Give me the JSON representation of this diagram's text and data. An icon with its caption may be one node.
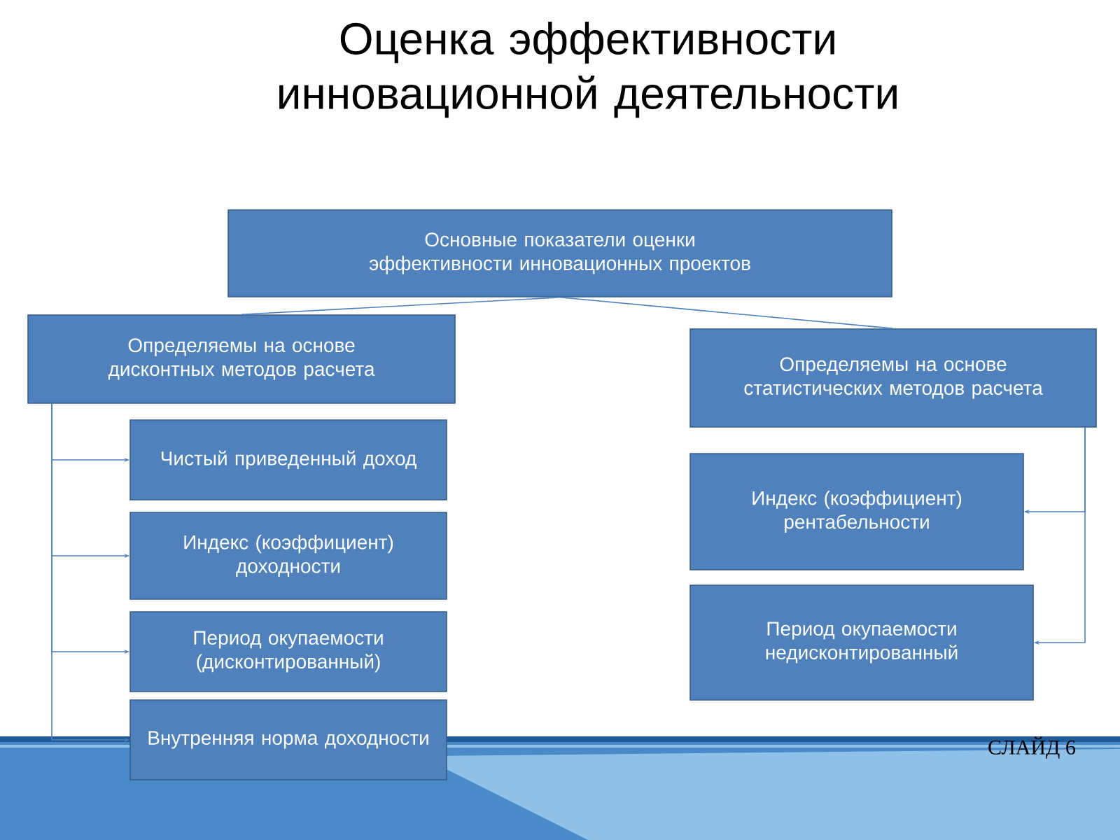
{
  "diagram": {
    "title": "Оценка эффективности инновационной деятельности",
    "nodes": [
      {
        "text": [
          "Основные показатели оценки эффективности инновационных проектов"
        ]
      },
      {
        "text": [
          "Определяемы на основе дисконтных методов расчета"
        ]
      },
      {
        "text": [
          "Определяемы на основе статистических методов расчета"
        ]
      },
      {
        "text": [
          "Чистый приведенный доход"
        ]
      },
      {
        "text": [
          "Индекс (коэффициент) доходности"
        ]
      },
      {
        "text": [
          "Период окупаемости (дисконтированный)"
        ]
      },
      {
        "text": [
          "Внутренняя норма доходности"
        ]
      },
      {
        "text": [
          "Индекс (коэффициент) рентабельности"
        ]
      },
      {
        "text": [
          "Период окупаемости недисконтированный"
        ]
      }
    ],
    "edges": [
      {
        "from": 0,
        "to": 1,
        "arrow": "none"
      },
      {
        "from": 0,
        "to": 2,
        "arrow": "none"
      },
      {
        "from": 1,
        "to": 3,
        "arrow": "to"
      },
      {
        "from": 1,
        "to": 4,
        "arrow": "to"
      },
      {
        "from": 1,
        "to": 5,
        "arrow": "to"
      },
      {
        "from": 1,
        "to": 6,
        "arrow": "to"
      },
      {
        "from": 2,
        "to": 7,
        "arrow": "to"
      },
      {
        "from": 2,
        "to": 8,
        "arrow": "to"
      }
    ],
    "labels": [
      "СЛАЙД 6"
    ]
  }
}
